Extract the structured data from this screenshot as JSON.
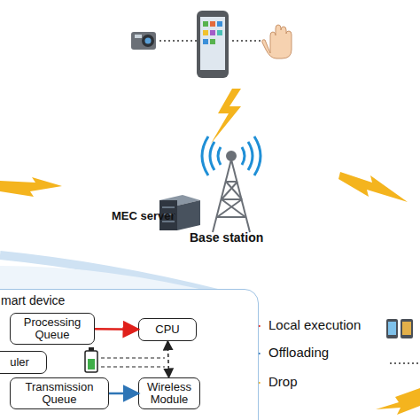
{
  "diagram": {
    "nodes": [
      {
        "text": [
          "mart device"
        ]
      },
      {
        "text": [
          "Processing Queue"
        ],
        "in": 0
      },
      {
        "text": [
          "CPU"
        ],
        "in": 0
      },
      {
        "text": [
          "uler"
        ],
        "in": 0
      },
      {
        "text": [
          "Transmission Queue"
        ],
        "in": 0
      },
      {
        "text": [
          "Wireless Module"
        ],
        "in": 0
      }
    ],
    "edges": [
      {
        "from": 1,
        "to": 2,
        "arrow": "to"
      },
      {
        "from": 4,
        "to": 5,
        "arrow": "to"
      },
      {
        "from": 2,
        "to": 5,
        "arrow": "both"
      }
    ],
    "labels": [
      "MEC server",
      "Base station"
    ],
    "legend": [
      {
        "text": "Local execution"
      },
      {
        "text": "Offloading"
      },
      {
        "text": "Drop"
      }
    ]
  }
}
